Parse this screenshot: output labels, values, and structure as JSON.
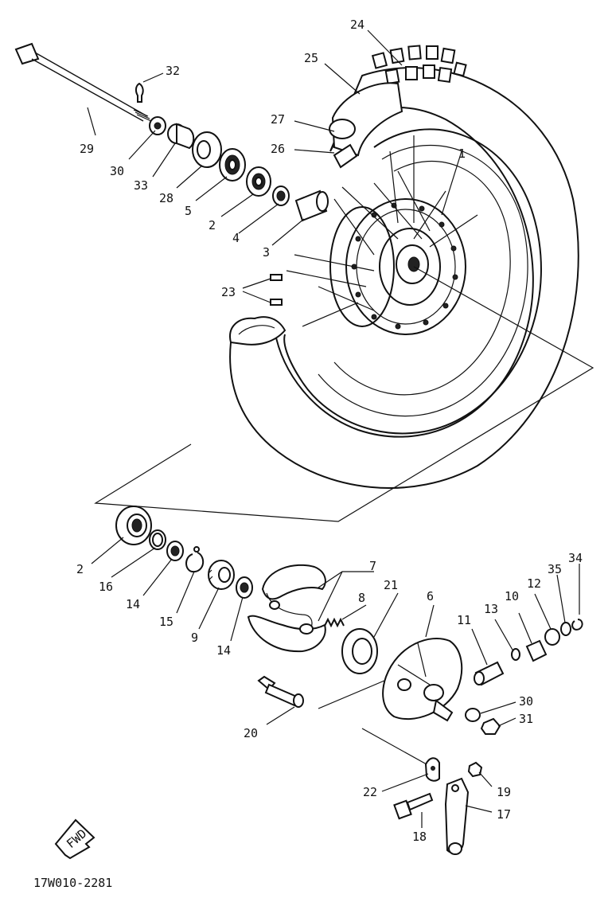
{
  "diagram_code": "17W010-2281",
  "fwd_label": "FWD",
  "callouts": {
    "c1": "1",
    "c2a": "2",
    "c2b": "2",
    "c3": "3",
    "c4": "4",
    "c5": "5",
    "c6": "6",
    "c7": "7",
    "c8": "8",
    "c9": "9",
    "c10": "10",
    "c11": "11",
    "c12": "12",
    "c13": "13",
    "c14a": "14",
    "c14b": "14",
    "c15": "15",
    "c16": "16",
    "c17": "17",
    "c18": "18",
    "c19": "19",
    "c20": "20",
    "c21": "21",
    "c22": "22",
    "c23": "23",
    "c24": "24",
    "c25": "25",
    "c26": "26",
    "c27": "27",
    "c28": "28",
    "c29": "29",
    "c30a": "30",
    "c30b": "30",
    "c31": "31",
    "c32": "32",
    "c33": "33",
    "c34": "34",
    "c35": "35"
  }
}
